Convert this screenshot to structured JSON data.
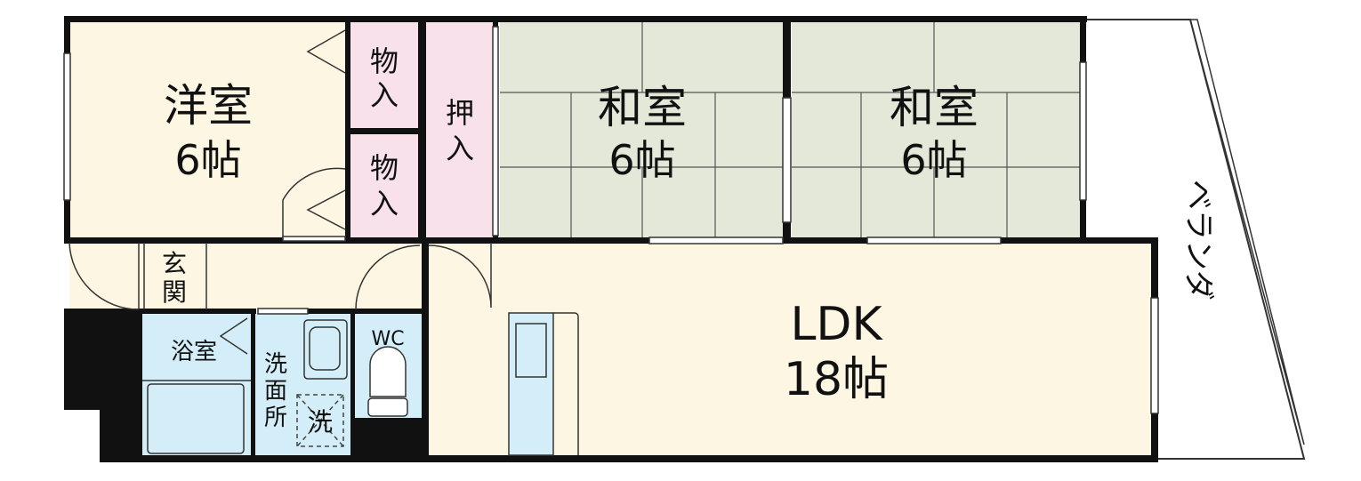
{
  "rooms": {
    "western": {
      "name": "洋室",
      "size": "6帖"
    },
    "closet_upper": {
      "line1": "物",
      "line2": "入"
    },
    "closet_lower": {
      "line1": "物",
      "line2": "入"
    },
    "oshiire": {
      "line1": "押",
      "line2": "入"
    },
    "japanese_left": {
      "name": "和室",
      "size": "6帖"
    },
    "japanese_right": {
      "name": "和室",
      "size": "6帖"
    },
    "entrance": {
      "line1": "玄",
      "line2": "関"
    },
    "bath": {
      "name": "浴室"
    },
    "washroom": {
      "line1": "洗",
      "line2": "面",
      "line3": "所"
    },
    "washer": {
      "label": "洗"
    },
    "toilet": {
      "name": "WC"
    },
    "ldk": {
      "name": "LDK",
      "size": "18帖"
    },
    "veranda": {
      "name": "ベランダ"
    }
  },
  "colors": {
    "western_floor": "#fdf6e3",
    "closet_floor": "#f8e1ea",
    "tatami": "#e3e8d9",
    "wet_area": "#d4eef9",
    "ldk_floor": "#fdf6e3",
    "wall": "#111111"
  }
}
